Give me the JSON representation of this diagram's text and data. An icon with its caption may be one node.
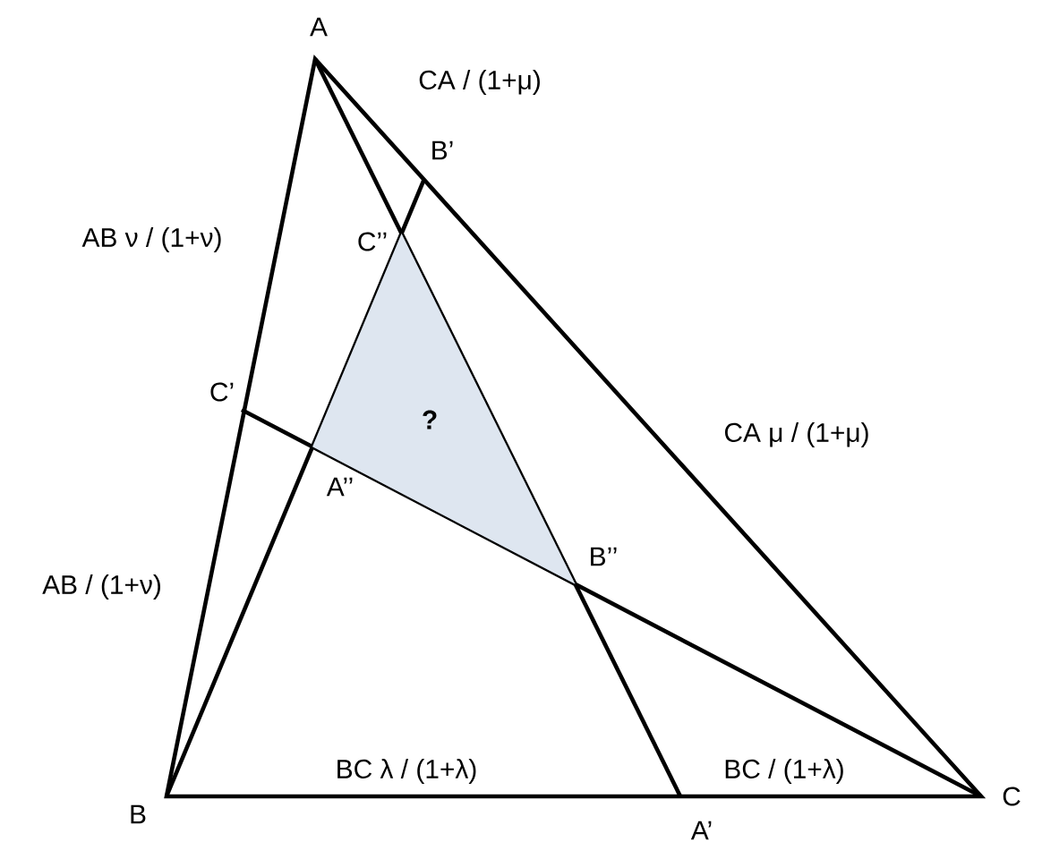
{
  "diagram": {
    "nodes": [
      {
        "text": [
          "?"
        ]
      }
    ],
    "edges": [],
    "labels": [
      "A",
      "CA / (1+μ)",
      "B’",
      "AB ν / (1+ν)",
      "C’’",
      "C’",
      "CA μ / (1+μ)",
      "A’’",
      "AB / (1+ν)",
      "B’’",
      "BC λ / (1+λ)",
      "BC / (1+λ)",
      "B",
      "C",
      "A’"
    ]
  }
}
